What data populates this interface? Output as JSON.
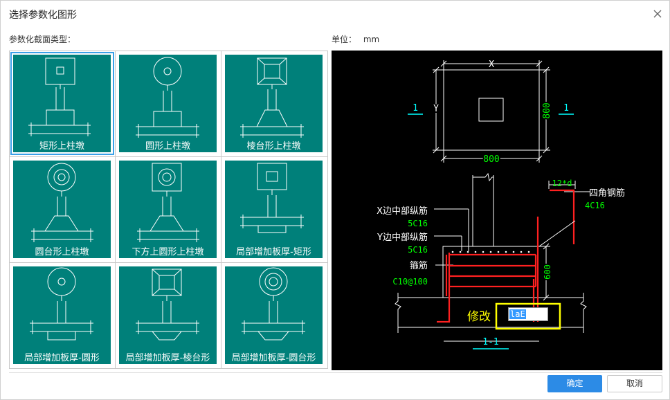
{
  "window": {
    "title": "选择参数化图形"
  },
  "labels": {
    "section_type": "参数化截面类型：",
    "unit_label": "单位：",
    "unit_value": "mm"
  },
  "shapes": [
    {
      "label": "矩形上柱墩",
      "selected": true
    },
    {
      "label": "圆形上柱墩",
      "selected": false
    },
    {
      "label": "棱台形上柱墩",
      "selected": false
    },
    {
      "label": "圆台形上柱墩",
      "selected": false
    },
    {
      "label": "下方上圆形上柱墩",
      "selected": false
    },
    {
      "label": "局部增加板厚-矩形",
      "selected": false
    },
    {
      "label": "局部增加板厚-圆形",
      "selected": false
    },
    {
      "label": "局部增加板厚-棱台形",
      "selected": false
    },
    {
      "label": "局部增加板厚-圆台形",
      "selected": false
    }
  ],
  "preview": {
    "plan": {
      "x_label": "X",
      "y_label": "Y",
      "width_dim": "800",
      "height_dim": "800",
      "section_mark": "1"
    },
    "section": {
      "corner_bar_label": "四角钢筋",
      "corner_bar_value": "4C16",
      "hook_label": "12*d",
      "x_bar_label": "X边中部纵筋",
      "x_bar_value": "5C16",
      "y_bar_label": "Y边中部纵筋",
      "y_bar_value": "5C16",
      "stirrup_label": "箍筋",
      "stirrup_value": "C10@100",
      "height_dim": "600",
      "modify_label": "修改",
      "modify_input": "laE",
      "section_title": "1-1"
    }
  },
  "buttons": {
    "ok": "确定",
    "cancel": "取消"
  },
  "colors": {
    "tile_bg": "#00807a",
    "selection": "#3aa0e8",
    "accent_button": "#2c8be6",
    "cad_green": "#00ff00",
    "cad_cyan": "#00ffff",
    "cad_red": "#ff0000",
    "cad_yellow": "#ffff00"
  }
}
